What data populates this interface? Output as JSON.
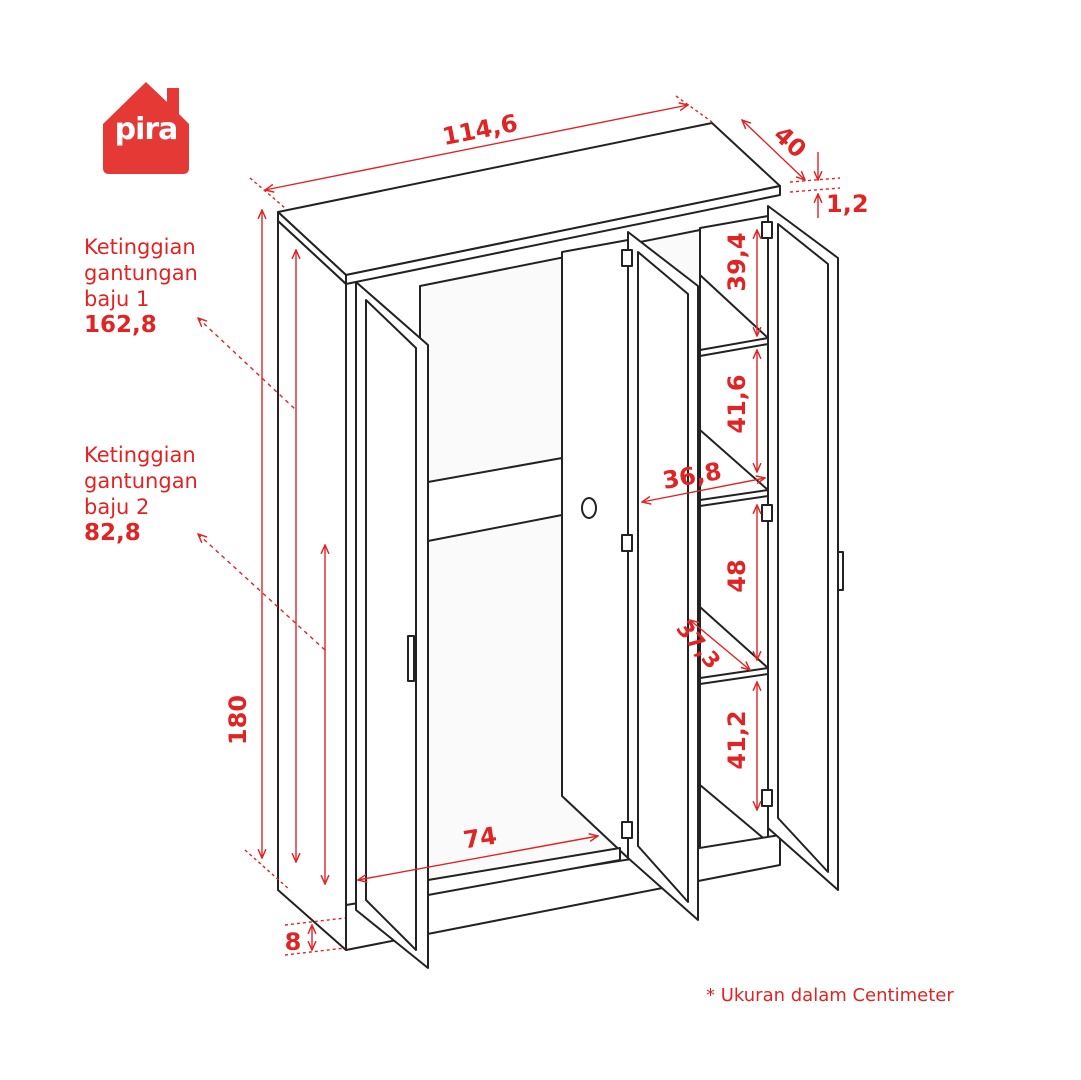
{
  "brand": {
    "name": "pira",
    "color": "#e53935"
  },
  "labels": {
    "hanger1": {
      "line1": "Ketinggian",
      "line2": "gantungan",
      "line3": "baju 1",
      "value": "162,8"
    },
    "hanger2": {
      "line1": "Ketinggian",
      "line2": "gantungan",
      "line3": "baju 2",
      "value": "82,8"
    }
  },
  "dimensions": {
    "width": "114,6",
    "depth": "40",
    "top_thickness": "1,2",
    "height": "180",
    "base": "8",
    "inner_width": "74",
    "shelf_depth": "36,8",
    "shelf1": "39,4",
    "shelf2": "41,6",
    "shelf3": "48",
    "shelf4": "41,2",
    "door_depth": "37,3"
  },
  "footnote": "* Ukuran dalam Centimeter",
  "colors": {
    "accent": "#e02424",
    "line": "#222222"
  }
}
